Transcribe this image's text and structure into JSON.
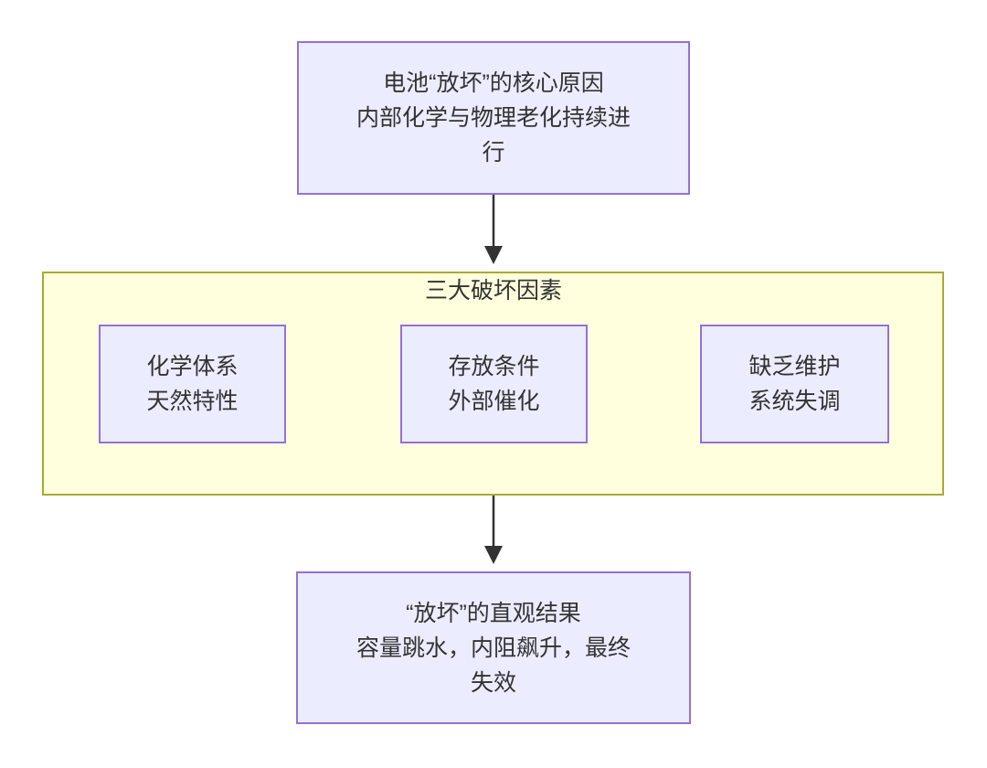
{
  "colors": {
    "node_fill": "#ECECFF",
    "node_border": "#9370DB",
    "cluster_fill": "#FFFFDE",
    "cluster_border": "#AAAA33",
    "arrow": "#333333",
    "text": "#333333"
  },
  "diagram": {
    "top_node": {
      "lines": [
        "电池“放坏”的核心原因",
        "内部化学与物理老化持续进",
        "行"
      ]
    },
    "cluster": {
      "title": "三大破坏因素",
      "nodes": [
        {
          "lines": [
            "化学体系",
            "天然特性"
          ]
        },
        {
          "lines": [
            "存放条件",
            "外部催化"
          ]
        },
        {
          "lines": [
            "缺乏维护",
            "系统失调"
          ]
        }
      ]
    },
    "bottom_node": {
      "lines": [
        "“放坏”的直观结果",
        "容量跳水，内阻飙升，最终",
        "失效"
      ]
    }
  }
}
